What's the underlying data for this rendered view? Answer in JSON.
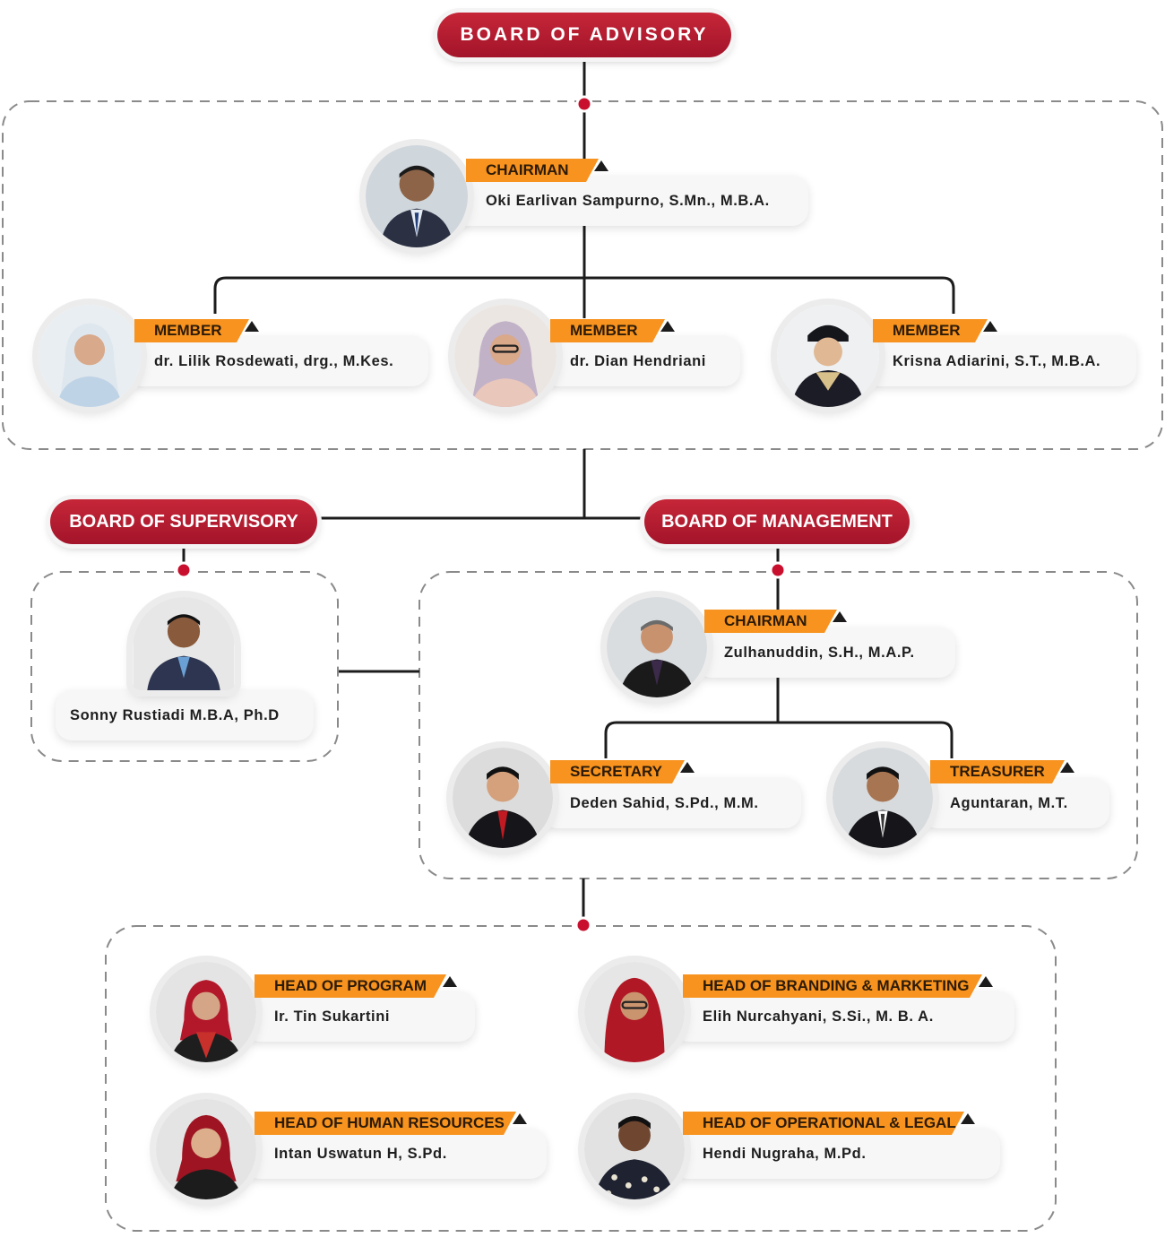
{
  "boards": {
    "advisory": "BOARD OF ADVISORY",
    "supervisory": "BOARD OF SUPERVISORY",
    "management": "BOARD OF MANAGEMENT"
  },
  "advisory": {
    "chairman": {
      "role": "CHAIRMAN",
      "name": "Oki Earlivan Sampurno, S.Mn., M.B.A."
    },
    "members": [
      {
        "role": "MEMBER",
        "name": "dr. Lilik Rosdewati, drg., M.Kes."
      },
      {
        "role": "MEMBER",
        "name": "dr. Dian Hendriani"
      },
      {
        "role": "MEMBER",
        "name": "Krisna Adiarini, S.T., M.B.A."
      }
    ]
  },
  "supervisory": {
    "name": "Sonny Rustiadi M.B.A, Ph.D"
  },
  "management": {
    "chairman": {
      "role": "CHAIRMAN",
      "name": "Zulhanuddin, S.H., M.A.P."
    },
    "secretary": {
      "role": "SECRETARY",
      "name": "Deden Sahid, S.Pd., M.M."
    },
    "treasurer": {
      "role": "TREASURER",
      "name": "Aguntaran, M.T."
    }
  },
  "heads": [
    {
      "role": "HEAD OF PROGRAM",
      "name": "Ir. Tin Sukartini"
    },
    {
      "role": "HEAD OF BRANDING & MARKETING",
      "name": "Elih Nurcahyani, S.Si., M. B. A."
    },
    {
      "role": "HEAD OF HUMAN RESOURCES",
      "name": "Intan Uswatun H, S.Pd."
    },
    {
      "role": "HEAD OF OPERATIONAL & LEGAL",
      "name": "Hendi Nugraha, M.Pd."
    }
  ],
  "colors": {
    "board_red": "#b11b30",
    "role_orange": "#f7931e",
    "connector": "#1c1c1c",
    "dot_red": "#c8102e",
    "dashed_border": "#8a8a8a"
  }
}
